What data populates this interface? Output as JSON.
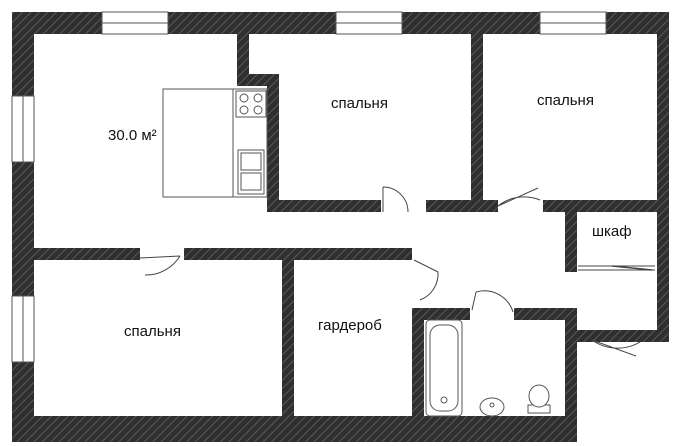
{
  "plan": {
    "area_label": "30.0 м²",
    "rooms": [
      {
        "id": "bedroom-1",
        "label": "спальня"
      },
      {
        "id": "bedroom-2",
        "label": "спальня"
      },
      {
        "id": "bedroom-3",
        "label": "спальня"
      },
      {
        "id": "wardrobe",
        "label": "гардероб"
      },
      {
        "id": "closet",
        "label": "шкаф"
      }
    ]
  },
  "colors": {
    "wall": "#3a3a3a",
    "wall_hatch": "#6a6a6a",
    "window": "#ffffff",
    "line": "#444444",
    "background": "#ffffff"
  }
}
